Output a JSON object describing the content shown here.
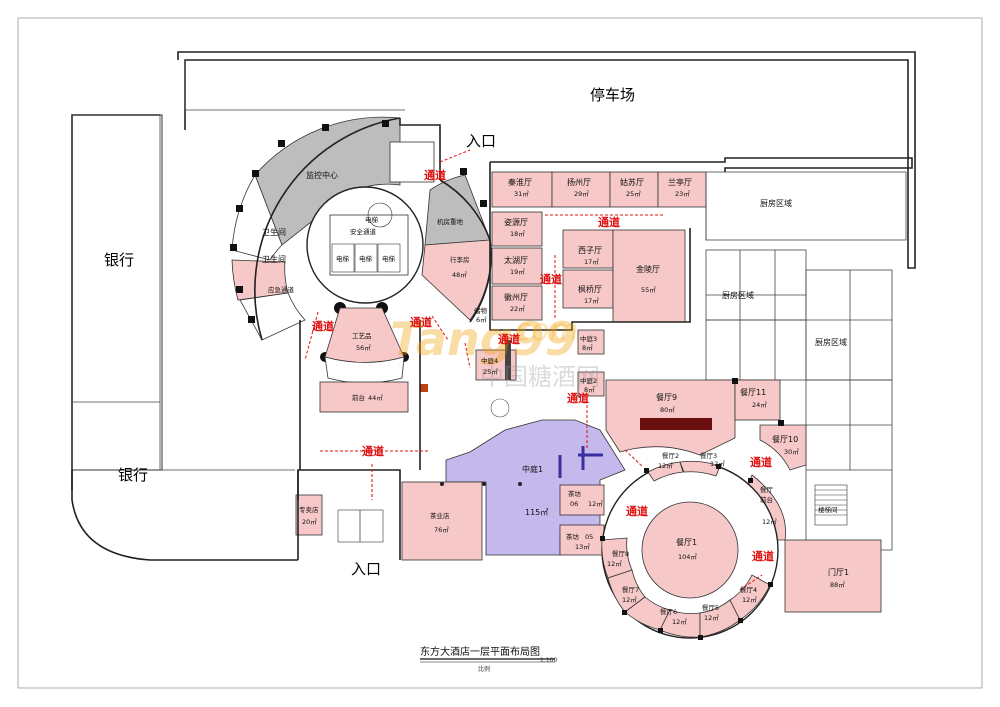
{
  "diagram": {
    "title": "东方大酒店一层平面布局图",
    "scale": "1:100",
    "scale_prefix": "比例",
    "watermark": "中国糖酒网",
    "areas": {
      "parking": "停车场",
      "bank_top": "银行",
      "bank_bottom": "银行",
      "entrance_top": "入口",
      "entrance_bottom": "入口",
      "monitor": "监控中心",
      "security_passage": "安全通道",
      "restroom1": "卫生间",
      "restroom2": "卫生间",
      "emergency_passage": "应急通道",
      "machine_room": "机房重地",
      "kitchen1": "厨房区域",
      "kitchen2": "厨房区域",
      "kitchen3": "厨房区域",
      "stairs": "楼梯间",
      "elevator1": "电梯",
      "elevator2": "电梯",
      "elevator3": "电梯",
      "elevator4": "电梯"
    },
    "rooms": {
      "qinhuai": {
        "name": "秦淮厅",
        "area": "31㎡"
      },
      "yangzhou": {
        "name": "扬州厅",
        "area": "29㎡"
      },
      "gusu": {
        "name": "姑苏厅",
        "area": "25㎡"
      },
      "lanting": {
        "name": "兰亭厅",
        "area": "23㎡"
      },
      "ziyuan": {
        "name": "姿源厅",
        "area": "18㎡"
      },
      "taihu": {
        "name": "太湖厅",
        "area": "19㎡"
      },
      "huizhou": {
        "name": "徽州厅",
        "area": "22㎡"
      },
      "xizi": {
        "name": "西子厅",
        "area": "17㎡"
      },
      "fengqiao": {
        "name": "枫桥厅",
        "area": "17㎡"
      },
      "jinling": {
        "name": "金陵厅",
        "area": "55㎡"
      },
      "luggage": {
        "name": "行李房",
        "area": "48㎡"
      },
      "storage": {
        "name": "储物",
        "area": "6㎡"
      },
      "craft": {
        "name": "工艺品",
        "area": "56㎡"
      },
      "front_desk": {
        "name": "前台",
        "area": "44㎡"
      },
      "courtyard4": {
        "name": "中庭4",
        "area": "25㎡"
      },
      "courtyard3": {
        "name": "中庭3",
        "area": "8㎡"
      },
      "courtyard2": {
        "name": "中庭2",
        "area": "8㎡"
      },
      "courtyard1": {
        "name": "中庭1",
        "area": ""
      },
      "restaurant9": {
        "name": "餐厅9",
        "area": "80㎡"
      },
      "restaurant11": {
        "name": "餐厅11",
        "area": "24㎡"
      },
      "restaurant10": {
        "name": "餐厅10",
        "area": "30㎡"
      },
      "restaurant2": {
        "name": "餐厅2",
        "area": "12㎡"
      },
      "restaurant3": {
        "name": "餐厅3",
        "area": "12㎡"
      },
      "restaurant1": {
        "name": "餐厅1",
        "area": "104㎡"
      },
      "restaurant8": {
        "name": "餐厅8",
        "area": "12㎡"
      },
      "restaurant7": {
        "name": "餐厅7",
        "area": "12㎡"
      },
      "restaurant6": {
        "name": "餐厅6",
        "area": "12㎡"
      },
      "restaurant5": {
        "name": "餐厅5",
        "area": "12㎡"
      },
      "restaurant4": {
        "name": "餐厅4",
        "area": "12㎡"
      },
      "front_bar": {
        "name": "前台",
        "prefix": "餐厅",
        "area": "12㎡"
      },
      "door1": {
        "name": "门厅1",
        "area": "88㎡"
      },
      "teahouse6": {
        "name": "茶坊",
        "num": "06",
        "area": "12㎡"
      },
      "teahouse5": {
        "name": "茶坊",
        "num": "05",
        "area": "13㎡"
      },
      "hall115": {
        "name": "115㎡"
      },
      "tea_shop": {
        "name": "茶业店",
        "area": "76㎡"
      },
      "specialty": {
        "name": "专卖店",
        "area": "20㎡"
      }
    },
    "passage_label": "通道"
  }
}
